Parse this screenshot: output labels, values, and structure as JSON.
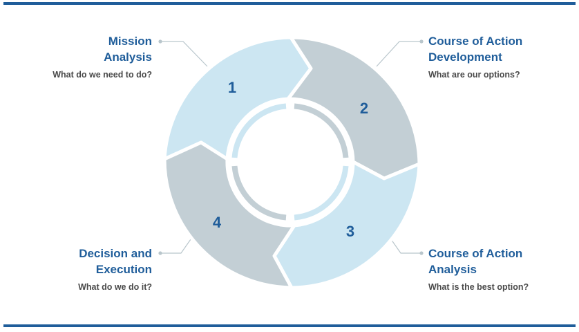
{
  "diagram": {
    "steps": [
      {
        "number": "1",
        "title": "Mission Analysis",
        "title_lines": [
          "Mission",
          "Analysis"
        ],
        "question": "What do we need to do?"
      },
      {
        "number": "2",
        "title": "Course of Action Development",
        "title_lines": [
          "Course of Action",
          "Development"
        ],
        "question": "What are our options?"
      },
      {
        "number": "3",
        "title": "Course of Action Analysis",
        "title_lines": [
          "Course of Action",
          "Analysis"
        ],
        "question": "What is the best option?"
      },
      {
        "number": "4",
        "title": "Decision and Execution",
        "title_lines": [
          "Decision and",
          "Execution"
        ],
        "question": "What do we do it?"
      }
    ]
  },
  "colors": {
    "rule": "#1f5d9a",
    "title_text": "#1f5d9a",
    "question_text": "#4a4a4a",
    "number_text": "#1f5d9a",
    "segment_light": "#cce6f2",
    "segment_grey": "#c3cfd5",
    "leader_line": "#b9c6cc"
  }
}
